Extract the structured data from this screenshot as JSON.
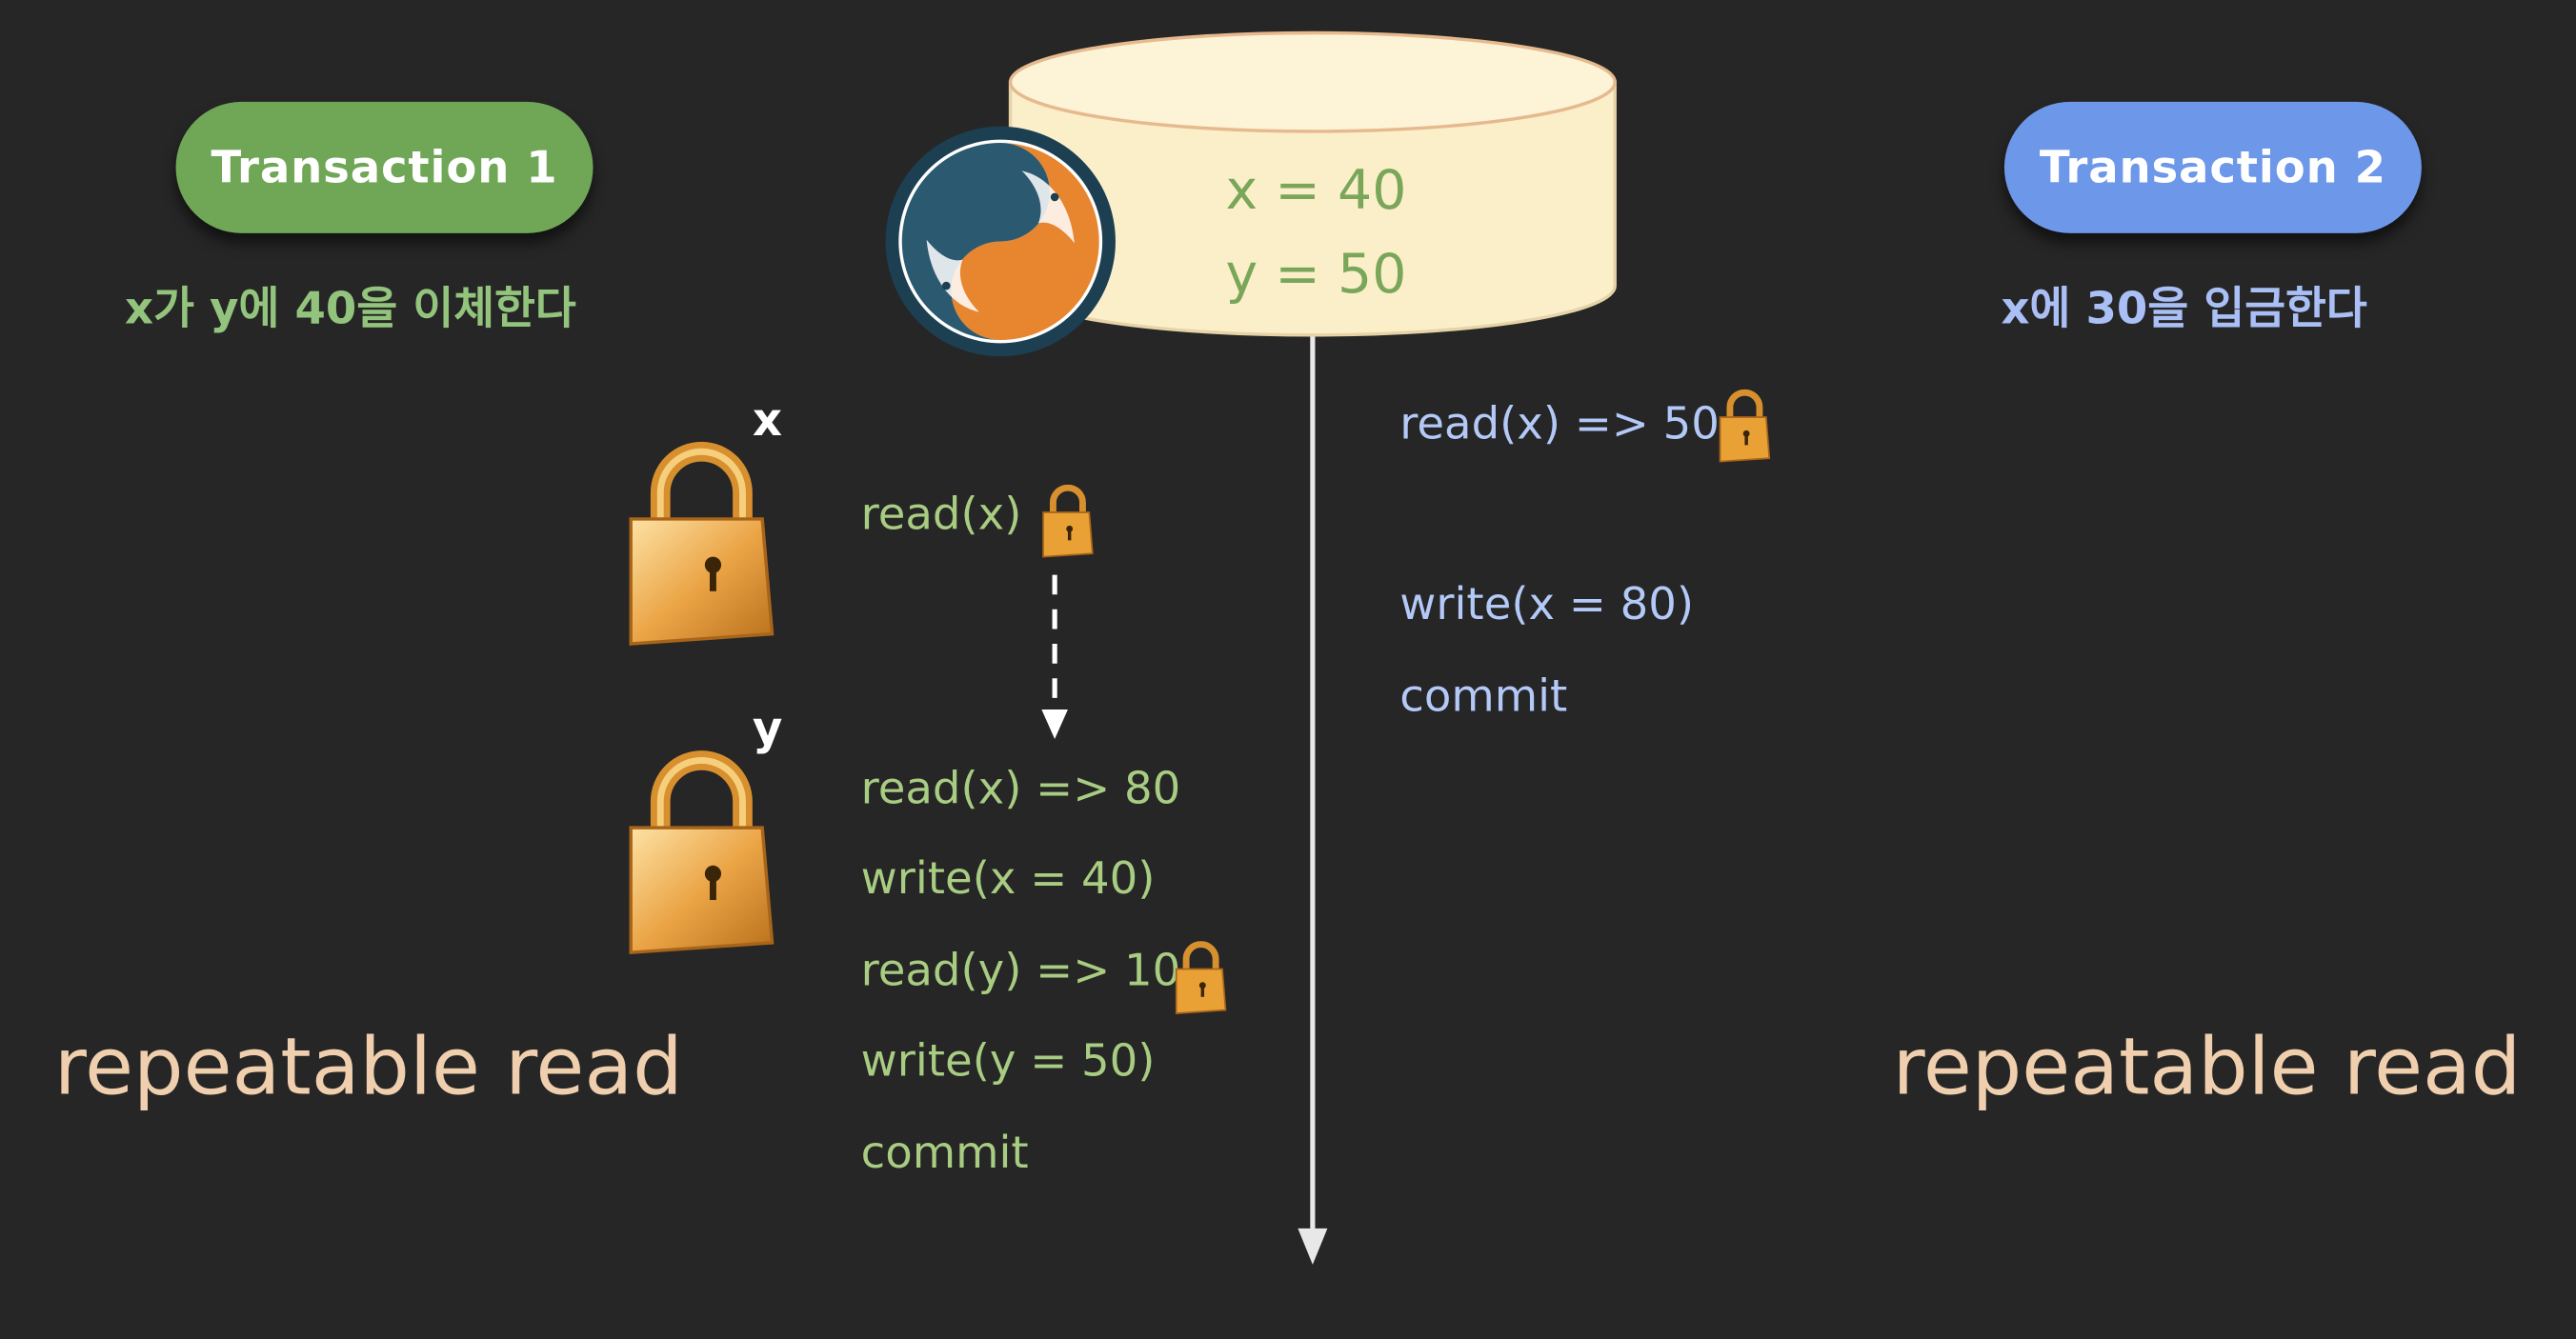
{
  "transactions": {
    "t1": {
      "title": "Transaction 1",
      "description": "x가 y에 40을 이체한다",
      "isolation": "repeatable read",
      "ops": [
        "read(x)",
        "read(x) => 80",
        "write(x = 40)",
        "read(y) => 10",
        "write(y = 50)",
        "commit"
      ],
      "color": "#6fa757"
    },
    "t2": {
      "title": "Transaction 2",
      "description": "x에 30을 입금한다",
      "isolation": "repeatable read",
      "ops": [
        "read(x) => 50",
        "write(x = 80)",
        "commit"
      ],
      "color": "#6d97e9"
    }
  },
  "database": {
    "x_line": "x = 40",
    "y_line": "y = 50",
    "logo": "mysql-dolphin-icon"
  },
  "locks": {
    "x_label": "x",
    "y_label": "y",
    "icon": "padlock-icon"
  },
  "colors": {
    "background": "#262626",
    "lock_gold": "#e9a135",
    "db_cylinder": "#fbefca"
  }
}
